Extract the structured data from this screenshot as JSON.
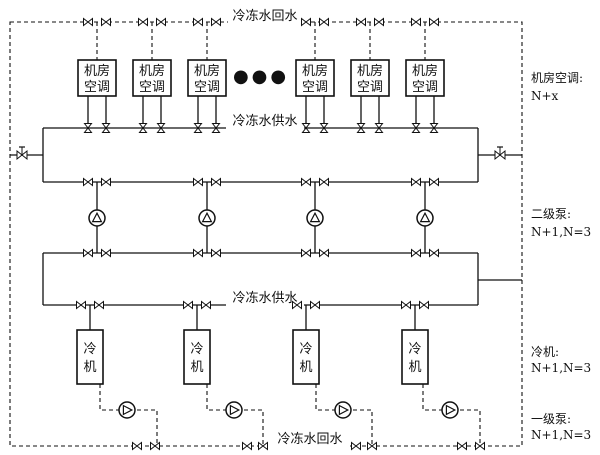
{
  "labels": {
    "return_top": "冷冻水回水",
    "supply_mid": "冷冻水供水",
    "supply_low": "冷冻水供水",
    "return_bottom": "冷冻水回水",
    "ellipsis": "●●●"
  },
  "units": {
    "crac": [
      "机房空调",
      "机房空调",
      "机房空调",
      "机房空调",
      "机房空调",
      "机房空调"
    ],
    "chiller": [
      "冷机",
      "冷机",
      "冷机",
      "冷机"
    ]
  },
  "side_notes": {
    "crac": [
      "机房空调:",
      "N+x"
    ],
    "secondary_pump": [
      "二级泵:",
      "N+1,N=3"
    ],
    "chiller": [
      "冷机:",
      "N+1,N=3"
    ],
    "primary_pump": [
      "一级泵:",
      "N+1,N=3"
    ]
  },
  "icons": {
    "valve": "bowtie-valve-icon",
    "pump": "centrifugal-pump-icon",
    "balance_valve": "regulating-valve-icon"
  },
  "colors": {
    "line": "#111111",
    "background": "#ffffff"
  }
}
